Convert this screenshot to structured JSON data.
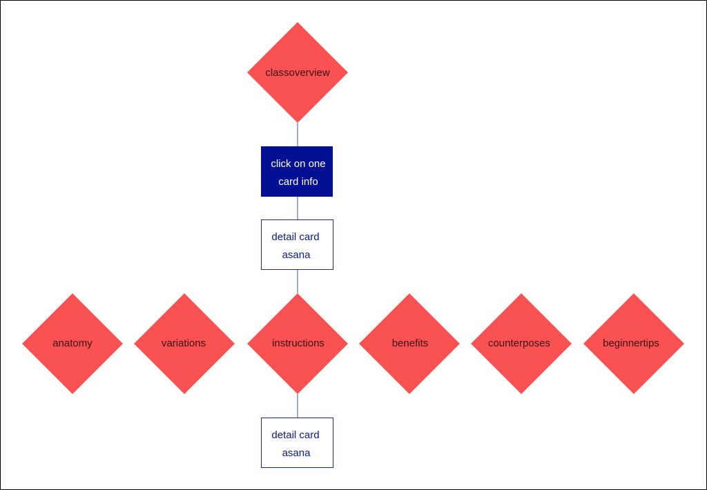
{
  "colors": {
    "diamond_fill": "#FA5252",
    "diamond_text": "#3A1010",
    "dark_box_fill": "#031093",
    "dark_box_text": "#FFFFFF",
    "outline_box_stroke": "#1A2A8A",
    "outline_box_text": "#0A1A8C",
    "connector": "#4A4FA0"
  },
  "nodes": {
    "classoverview": "classoverview",
    "click_card": {
      "line1": "click on one",
      "line2": "card info"
    },
    "detail_card_top": {
      "line1": "detail card",
      "line2": "asana"
    },
    "anatomy": "anatomy",
    "variations": "variations",
    "instructions": "instructions",
    "benefits": "benefits",
    "counterposes": "counterposes",
    "beginnertips": "beginnertips",
    "detail_card_bottom": {
      "line1": "detail card",
      "line2": "asana"
    }
  }
}
